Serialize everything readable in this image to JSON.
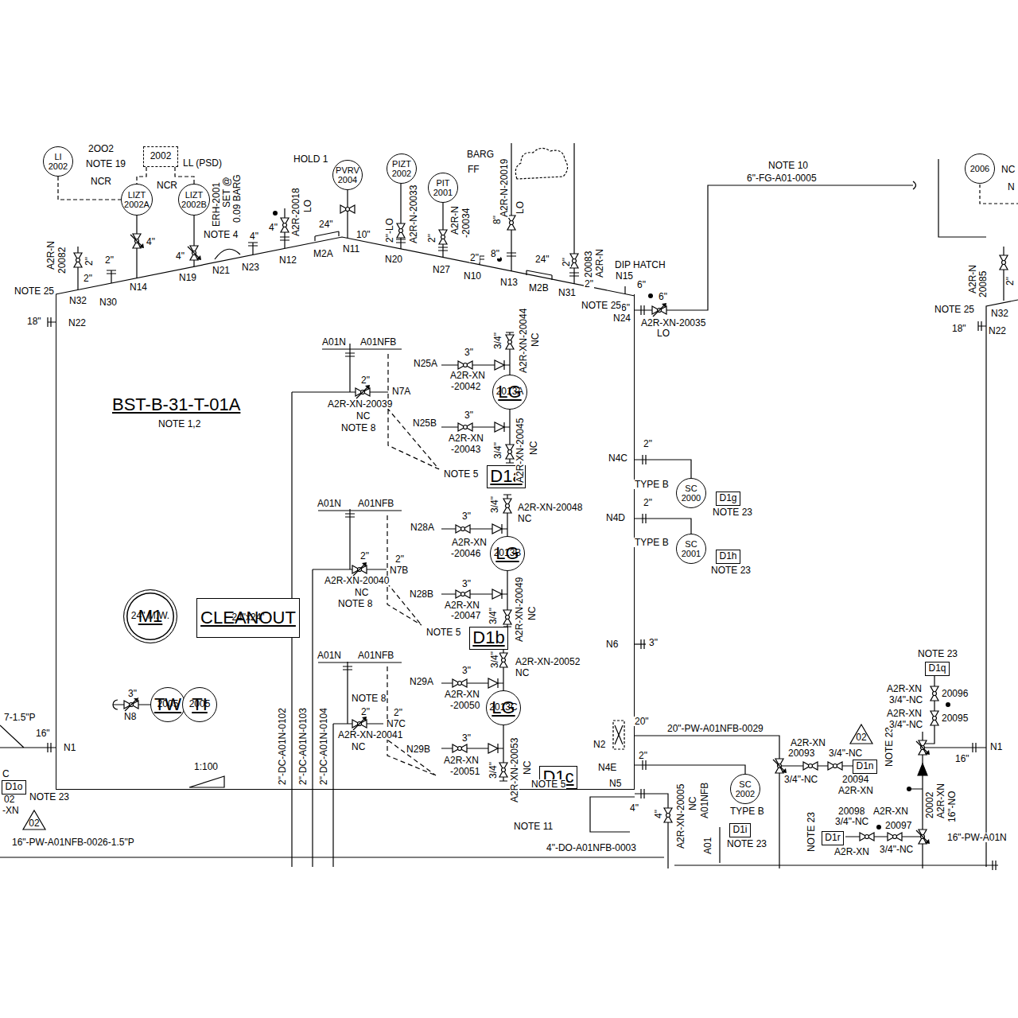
{
  "diagram": {
    "nodes": [
      {
        "text": [
          "BST-B-31-T-01A",
          "NOTE 1,2"
        ]
      },
      {
        "text": [
          "LI",
          "2002"
        ]
      },
      {
        "text": [
          "2002"
        ]
      },
      {
        "text": [
          "LIZT",
          "2002A"
        ]
      },
      {
        "text": [
          "LIZT",
          "2002B"
        ]
      },
      {
        "text": [
          "PVRV",
          "2004"
        ]
      },
      {
        "text": [
          "PIZT",
          "2002"
        ]
      },
      {
        "text": [
          "PIT",
          "2001"
        ]
      },
      {
        "text": [
          "LG",
          "2013A"
        ],
        "in": 0
      },
      {
        "text": [
          "LG",
          "2013B"
        ],
        "in": 0
      },
      {
        "text": [
          "LG",
          "2013C"
        ],
        "in": 0
      },
      {
        "text": [
          "SC",
          "2000"
        ]
      },
      {
        "text": [
          "SC",
          "2001"
        ]
      },
      {
        "text": [
          "M1",
          "24\" M.W."
        ],
        "in": 0
      },
      {
        "text": [
          "CLEANOUT",
          "24\"x24\""
        ],
        "in": 0
      },
      {
        "text": [
          "TW",
          "2005"
        ],
        "in": 0
      },
      {
        "text": [
          "TI",
          "2005"
        ],
        "in": 0
      },
      {
        "text": [
          "SC",
          "2002"
        ]
      },
      {
        "text": [
          "D1a"
        ],
        "in": 0
      },
      {
        "text": [
          "D1b"
        ],
        "in": 0
      },
      {
        "text": [
          "D1c"
        ],
        "in": 0
      },
      {
        "text": [
          "D1g"
        ]
      },
      {
        "text": [
          "D1h"
        ]
      },
      {
        "text": [
          "D1i"
        ]
      },
      {
        "text": [
          "D1q"
        ]
      },
      {
        "text": [
          "D1n"
        ]
      },
      {
        "text": [
          "D1r"
        ]
      },
      {
        "text": [
          "D1o"
        ]
      },
      {
        "text": [
          "02"
        ]
      },
      {
        "text": [
          "02"
        ]
      },
      {
        "text": [
          "2006"
        ]
      }
    ],
    "edges": [
      {
        "from": 1,
        "to": 3,
        "arrow": "none"
      },
      {
        "from": 2,
        "to": 3,
        "arrow": "none"
      },
      {
        "from": 2,
        "to": 4,
        "arrow": "none"
      },
      {
        "from": 0,
        "to": 11,
        "arrow": "none"
      },
      {
        "from": 0,
        "to": 12,
        "arrow": "none"
      },
      {
        "from": 0,
        "to": 17,
        "arrow": "none"
      }
    ],
    "labels": [
      "2OO2",
      "NOTE 19",
      "NCR",
      "NCR",
      "LL (PSD)",
      "ERH-2001",
      "SET @",
      "0.09 BARG",
      "NOTE 4",
      "4\"",
      "4\"",
      "A2R-20018",
      "LO",
      "HOLD 1",
      "24\"",
      "10\"",
      "2\"-LO",
      "A2R-N-20033",
      "BARG",
      "FF",
      "2\"",
      "A2R-N",
      "-20034",
      "8\"",
      "A2R-N-20019",
      "LO",
      "8\"",
      "2\"",
      "24\"",
      "2\"",
      "20083",
      "A2R-N",
      "2\"",
      "DIP HATCH",
      "N15",
      "6\"",
      "6\"",
      "NOTE 25",
      "N32",
      "N30",
      "2\"",
      "N14",
      "4\"",
      "4\"",
      "N19",
      "N21",
      "N23",
      "N12",
      "N11",
      "M2A",
      "N20",
      "N27",
      "N10",
      "N13",
      "M2B",
      "N31",
      "NOTE 25",
      "N24",
      "2\"",
      "2\"",
      "A2R-N",
      "20082",
      "18\"",
      "N22",
      "NOTE 10",
      "6\"-FG-A01-0005",
      "6\"",
      "A2R-XN-20035",
      "LO",
      "A01N",
      "A01NFB",
      "2\"",
      "N7A",
      "A2R-XN-20039",
      "NC",
      "NOTE 8",
      "N25A",
      "3\"",
      "A2R-XN",
      "-20042",
      "3/4\"",
      "A2R-XN-20044",
      "NC",
      "N25B",
      "3\"",
      "A2R-XN",
      "-20043",
      "A2R-XN-20045",
      "3/4\"",
      "NC",
      "NOTE 5",
      "A01N",
      "A01NFB",
      "2\"",
      "2\"",
      "N7B",
      "A2R-XN-20040",
      "NC",
      "NOTE 8",
      "3/4\"",
      "A2R-XN-20048",
      "NC",
      "N28A",
      "3\"",
      "A2R-XN",
      "-20046",
      "N28B",
      "3\"",
      "A2R-XN",
      "-20047",
      "3/4\"",
      "A2R-XN-20049",
      "NC",
      "NOTE 5",
      "A01N",
      "A01NFB",
      "NOTE 8",
      "2\"",
      "2\"",
      "N7C",
      "A2R-XN-20041",
      "NC",
      "3/4\"",
      "A2R-XN-20052",
      "NC",
      "N29A",
      "3\"",
      "A2R-XN",
      "-20050",
      "N29B",
      "3\"",
      "A2R-XN",
      "-20051",
      "3/4\"",
      "A2R-XN-20053",
      "NC",
      "NOTE 5",
      "3\"",
      "N8",
      "1:100",
      "2\"-DC-A01N-0102",
      "2\"-DC-A01N-0103",
      "2\"-DC-A01N-0104",
      "7-1.5\"P",
      "16\"",
      "N1",
      "C",
      "NOTE 23",
      "-XN",
      "16\"-PW-A01NFB-0026-1.5\"P",
      "2\"",
      "N4C",
      "TYPE B",
      "NOTE 23",
      "2\"",
      "N4D",
      "TYPE B",
      "NOTE 23",
      "N6",
      "3\"",
      "20\"",
      "20\"-PW-A01NFB-0029",
      "N2",
      "2\"",
      "N4E",
      "N5",
      "4\"",
      "4\"",
      "A2R-XN-20005",
      "NC",
      "A01NFB",
      "A01",
      "TYPE B",
      "NOTE 23",
      "NOTE 11",
      "4\"-DO-A01NFB-0003",
      "A2R-XN",
      "20093",
      "3/4\"-NC",
      "3/4\"-NC",
      "20094",
      "A2R-XN",
      "NOTE 23",
      "NOTE 23",
      "A2R-XN",
      "3/4\"-NC",
      "20096",
      "A2R-XN",
      "3/4\"-NC",
      "20095",
      "16\"",
      "N1",
      "20002",
      "A2R-XN",
      "16\"-NO",
      "20098",
      "A2R-XN",
      "3/4\"-NC",
      "20097",
      "NOTE 23",
      "A2R-XN",
      "3/4\"-NC",
      "16\"-PW-A01N",
      "A2R-N",
      "20085",
      "2\"",
      "NOTE 25",
      "18\"",
      "N32",
      "N22",
      "NC",
      "N",
      "02"
    ]
  }
}
